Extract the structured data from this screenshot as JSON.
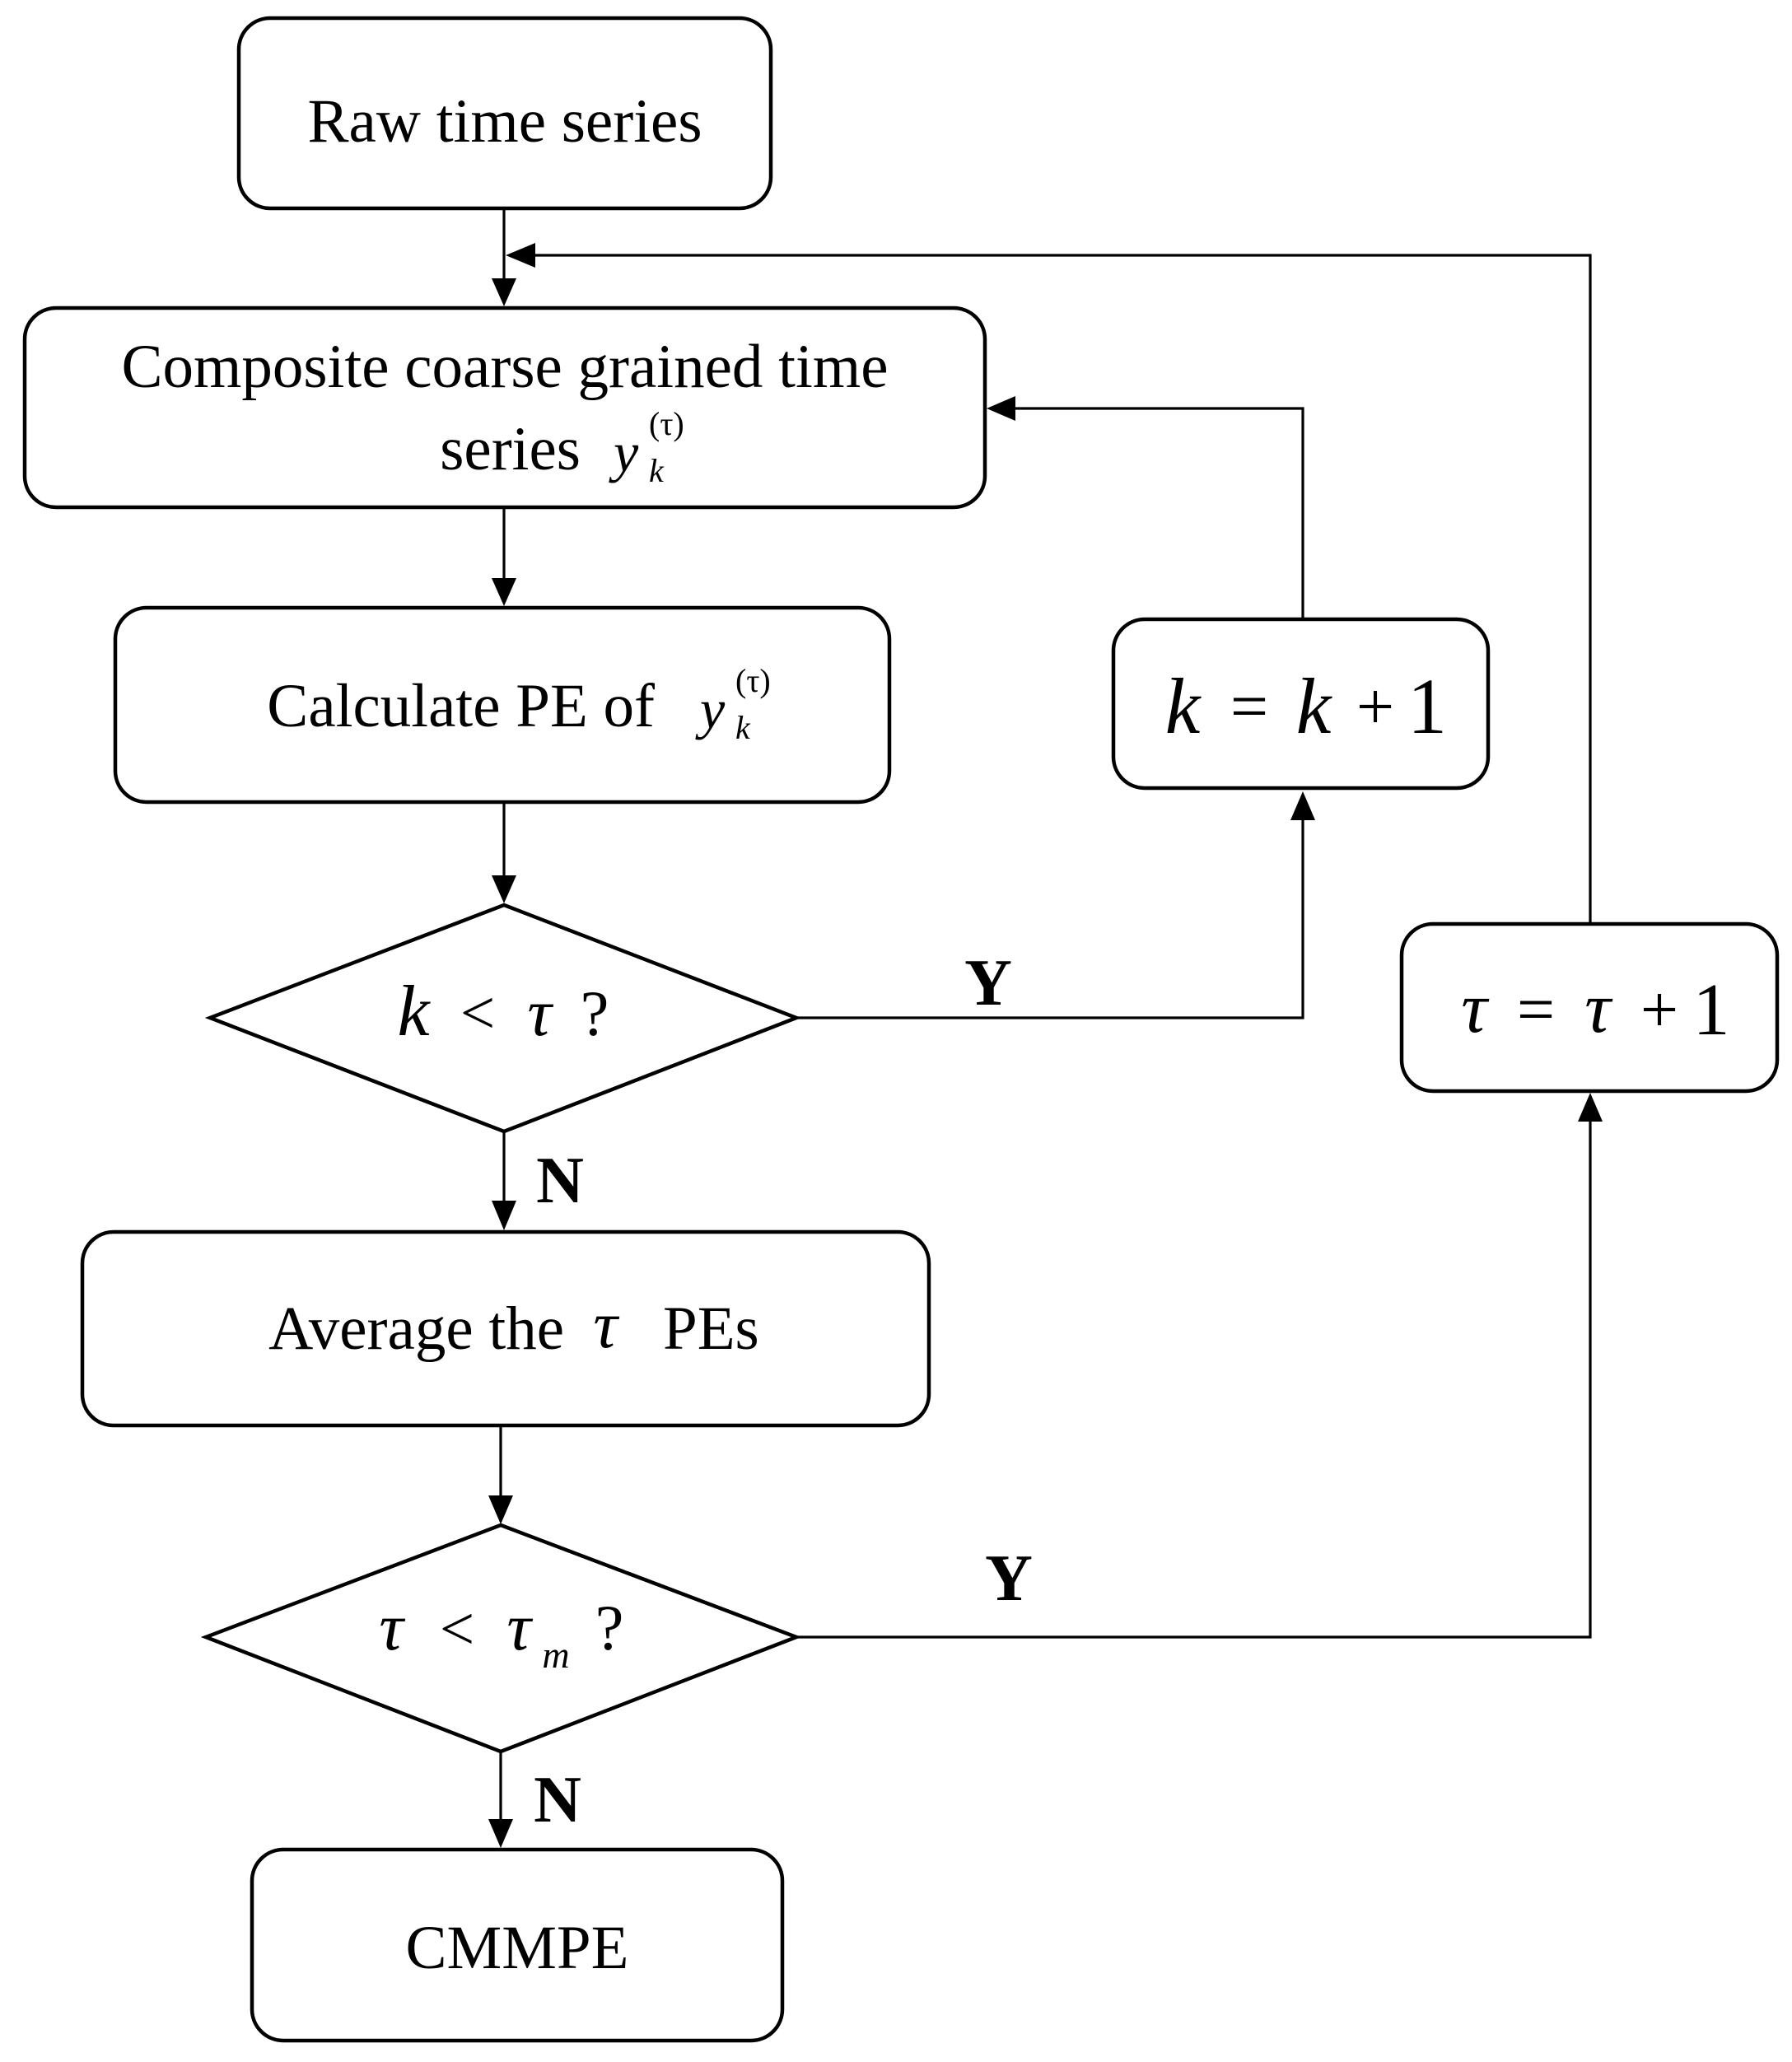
{
  "nodes": {
    "raw": {
      "text": "Raw time series"
    },
    "composite": {
      "line1": "Composite coarse grained time",
      "line2": "series",
      "var": "y",
      "sub": "k",
      "sup": "(τ)"
    },
    "calculate": {
      "text": "Calculate PE of",
      "var": "y",
      "sub": "k",
      "sup": "(τ)"
    },
    "decision_k": {
      "left": "k",
      "op": "<",
      "right": "τ",
      "q": "?"
    },
    "k_increment": {
      "lhs": "k",
      "eq": "=",
      "rhs": "k",
      "plus": "+",
      "one": "1"
    },
    "average": {
      "pre": "Average the",
      "var": "τ",
      "post": "PEs"
    },
    "decision_tau": {
      "left": "τ",
      "op": "<",
      "right": "τ",
      "sub": "m",
      "q": "?"
    },
    "tau_increment": {
      "lhs": "τ",
      "eq": "=",
      "rhs": "τ",
      "plus": "+",
      "one": "1"
    },
    "result": {
      "text": "CMMPE"
    }
  },
  "edge_labels": {
    "k_yes": "Y",
    "k_no": "N",
    "tau_yes": "Y",
    "tau_no": "N"
  }
}
